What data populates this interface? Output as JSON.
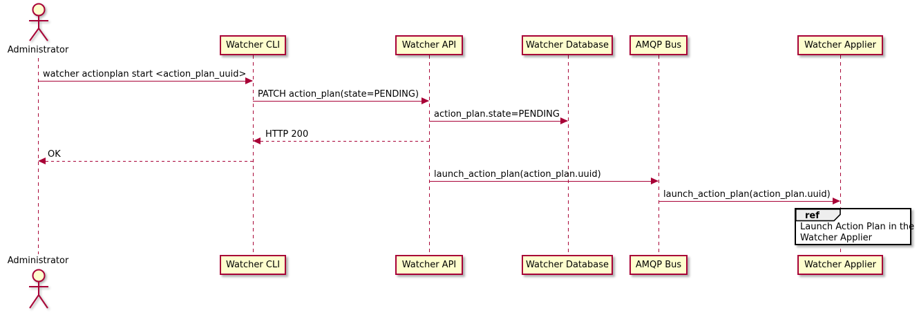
{
  "diagram_type": "uml-sequence-diagram",
  "actor": {
    "name": "Administrator"
  },
  "participants": [
    {
      "label": "Watcher CLI"
    },
    {
      "label": "Watcher API"
    },
    {
      "label": "Watcher Database"
    },
    {
      "label": "AMQP Bus"
    },
    {
      "label": "Watcher Applier"
    }
  ],
  "messages": [
    {
      "from": "Administrator",
      "to": "Watcher CLI",
      "style": "solid",
      "label": "watcher actionplan start <action_plan_uuid>"
    },
    {
      "from": "Watcher CLI",
      "to": "Watcher API",
      "style": "solid",
      "label": "PATCH action_plan(state=PENDING)"
    },
    {
      "from": "Watcher API",
      "to": "Watcher Database",
      "style": "solid",
      "label": "action_plan.state=PENDING"
    },
    {
      "from": "Watcher API",
      "to": "Watcher CLI",
      "style": "dashed",
      "label": "HTTP 200"
    },
    {
      "from": "Watcher CLI",
      "to": "Administrator",
      "style": "dashed",
      "label": "OK"
    },
    {
      "from": "Watcher API",
      "to": "AMQP Bus",
      "style": "solid",
      "label": "launch_action_plan(action_plan.uuid)"
    },
    {
      "from": "AMQP Bus",
      "to": "Watcher Applier",
      "style": "solid",
      "label": "launch_action_plan(action_plan.uuid)"
    }
  ],
  "ref": {
    "keyword": "ref",
    "lines": [
      "Launch Action Plan in the",
      "Watcher Applier"
    ]
  },
  "colors": {
    "participant_fill": "#FEFECE",
    "line_and_border": "#A80036",
    "ref_header_fill": "#EEEEEE",
    "ref_border": "#000000",
    "text": "#000000",
    "background": "#FFFFFF"
  }
}
